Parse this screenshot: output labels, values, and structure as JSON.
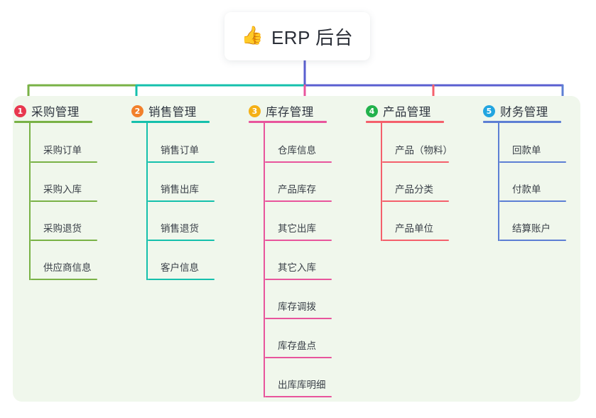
{
  "root": {
    "icon": "thumbs-up-icon",
    "emoji": "👍",
    "title": "ERP 后台"
  },
  "colors": {
    "panel_bg": "#f0f7ec",
    "page_bg": "#ffffff",
    "root_text": "#2b2f38",
    "title_text": "#2f3640",
    "leaf_text": "#3a4048",
    "trunk": "#5a5fd0",
    "bar_left": "#79b246",
    "bar_mid": "#15c0ac",
    "bar_right": "#5a5fd0"
  },
  "columns": [
    {
      "number": "1",
      "title": "采购管理",
      "badge_color": "#e8384f",
      "line_color": "#79b246",
      "items": [
        "采购订单",
        "采购入库",
        "采购退货",
        "供应商信息"
      ]
    },
    {
      "number": "2",
      "title": "销售管理",
      "badge_color": "#f2802b",
      "line_color": "#15c0ac",
      "items": [
        "销售订单",
        "销售出库",
        "销售退货",
        "客户信息"
      ]
    },
    {
      "number": "3",
      "title": "库存管理",
      "badge_color": "#f5b015",
      "line_color": "#e8559c",
      "items": [
        "仓库信息",
        "产品库存",
        "其它出库",
        "其它入库",
        "库存调拨",
        "库存盘点",
        "出库库明细"
      ]
    },
    {
      "number": "4",
      "title": "产品管理",
      "badge_color": "#22b24c",
      "line_color": "#f4606c",
      "items": [
        "产品（物料）",
        "产品分类",
        "产品单位"
      ]
    },
    {
      "number": "5",
      "title": "财务管理",
      "badge_color": "#22a5e0",
      "line_color": "#5d7fd4",
      "items": [
        "回款单",
        "付款单",
        "结算账户"
      ]
    }
  ],
  "layout": {
    "column_x": [
      20,
      185,
      350,
      515,
      680
    ],
    "item_height": 55,
    "head_rule_width": 110
  }
}
